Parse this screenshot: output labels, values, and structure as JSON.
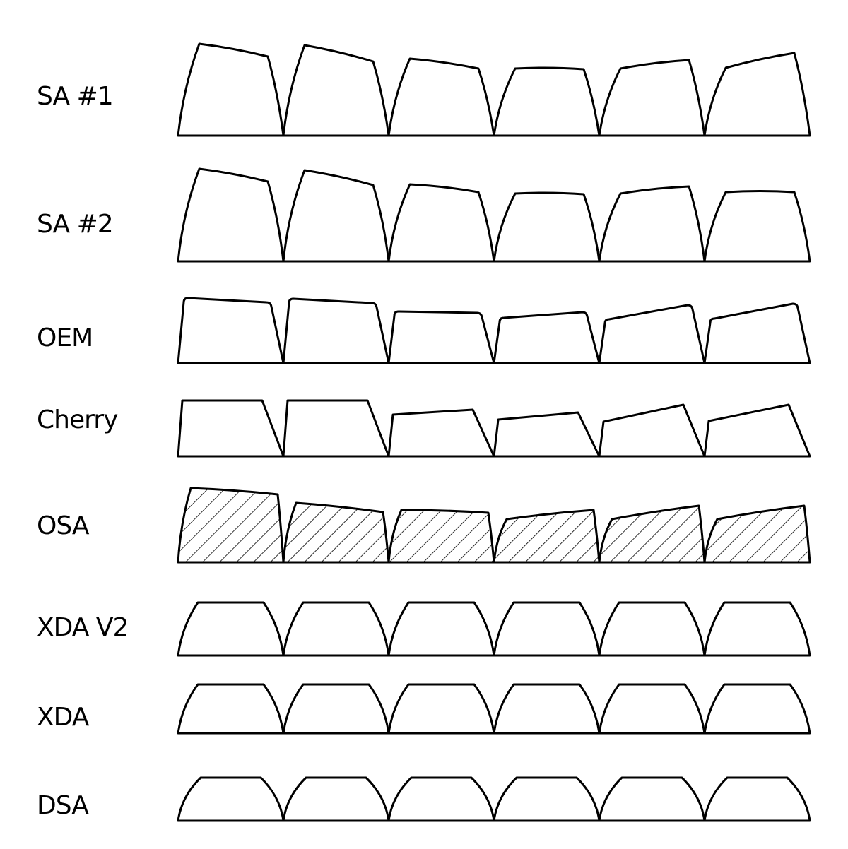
{
  "rows": [
    {
      "label": "SA #1",
      "style": "plain"
    },
    {
      "label": "SA #2",
      "style": "plain"
    },
    {
      "label": "OEM",
      "style": "plain"
    },
    {
      "label": "Cherry",
      "style": "plain"
    },
    {
      "label": "OSA",
      "style": "hatched"
    },
    {
      "label": "XDA V2",
      "style": "plain"
    },
    {
      "label": "XDA",
      "style": "plain"
    },
    {
      "label": "DSA",
      "style": "plain"
    }
  ],
  "keys_per_row": 6,
  "colors": {
    "stroke": "#000000",
    "fill": "#ffffff"
  }
}
